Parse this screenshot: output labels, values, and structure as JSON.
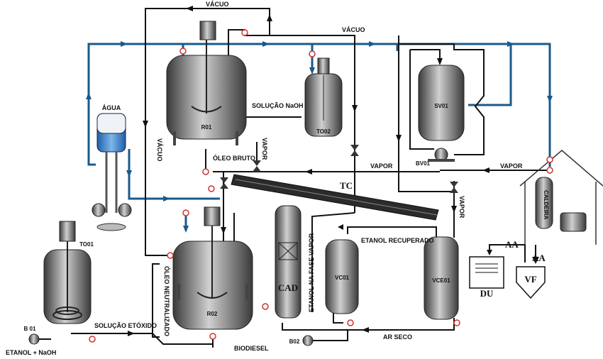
{
  "colors": {
    "line_black": "#111111",
    "line_blue": "#1a5a8a",
    "vessel_dark": "#555555",
    "vessel_light": "#c8c8c8",
    "valve_red": "#cc3333"
  },
  "labels": {
    "vacuo_top": "VÁCUO",
    "vacuo_mid": "VÁCUO",
    "vacuo_left": "VÁCUO",
    "agua": "ÁGUA",
    "solucao_naoh": "SOLUÇÃO NaOH",
    "oleo_bruto": "ÓLEO BRUTO",
    "vapor_r01": "VAPOR",
    "vapor_main": "VAPOR",
    "vapor_right": "VAPOR",
    "vapor_vertical": "VAPOR",
    "tc": "TC",
    "etanol_recuperado": "ETANOL RECUPERADO",
    "etanol_fase_vapor": "ETANOL NA FASE VAPOR",
    "oleo_neutralizado": "ÓLEO NEUTRALIZADO",
    "solucao_etoxido": "SOLUÇÃO ETÓXIDO",
    "etanol_naoh": "ETANOL + NaOH",
    "biodiesel": "BIODIESEL",
    "ar_seco": "AR SECO",
    "aa_1": "AA",
    "aa_2": "AA"
  },
  "equipment": {
    "r01": "R01",
    "r02": "R02",
    "to02": "TO02",
    "to01": "TO01",
    "sv01": "SV01",
    "bv01": "BV01",
    "caldeira": "CALDEIRA",
    "cad": "CAD",
    "vc01": "VC01",
    "vce01": "VCE01",
    "du": "DU",
    "vf": "VF",
    "b01": "B 01",
    "b02": "B02"
  }
}
